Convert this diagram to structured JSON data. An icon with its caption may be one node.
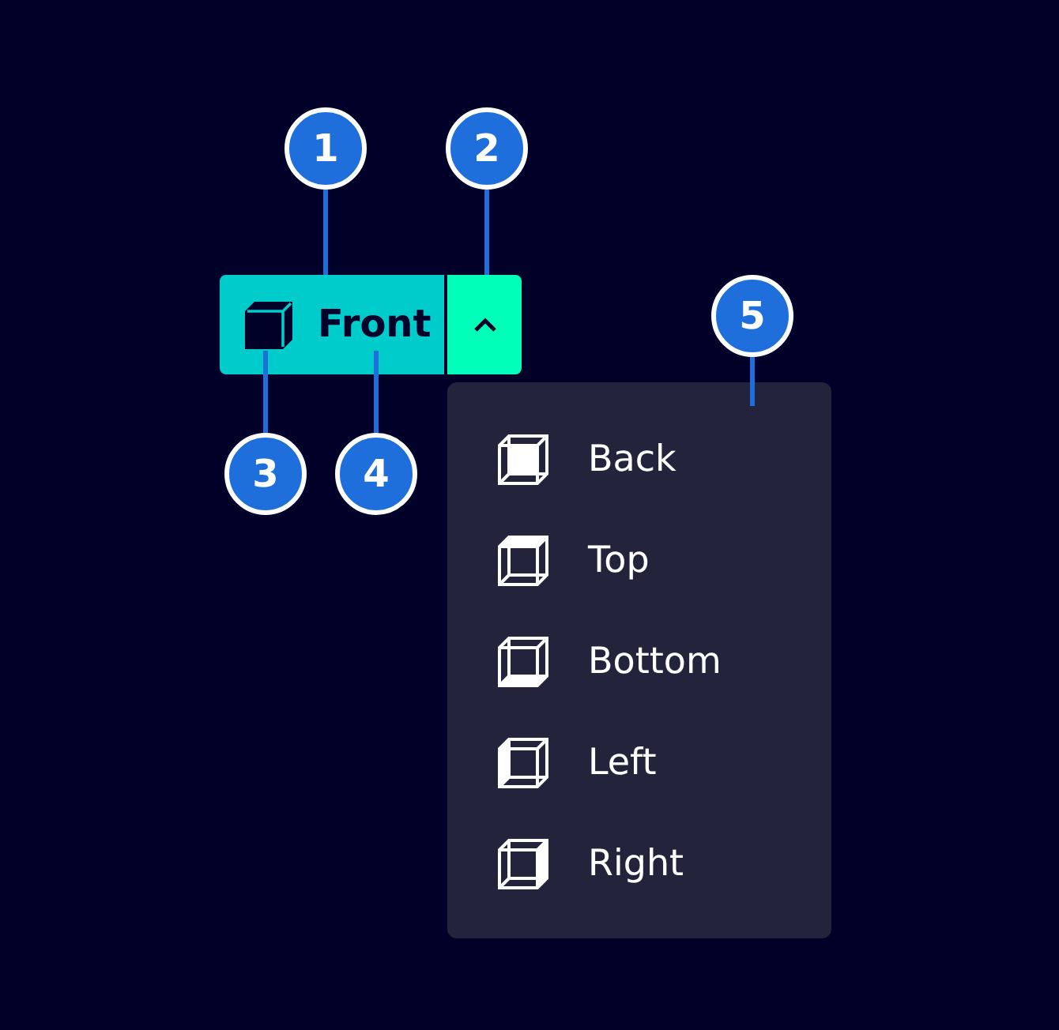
{
  "diagram": {
    "nodes": [
      {
        "text": [
          "1"
        ]
      },
      {
        "text": [
          "2"
        ]
      },
      {
        "text": [],
        "shape": "box"
      },
      {
        "text": [],
        "shape": "picture",
        "in": 2
      },
      {
        "text": [
          "Front"
        ],
        "in": 2
      },
      {
        "text": [],
        "shape": "box"
      },
      {
        "text": [
          "3"
        ]
      },
      {
        "text": [
          "4"
        ]
      },
      {
        "text": [
          "5"
        ]
      },
      {
        "text": [],
        "shape": "box"
      },
      {
        "text": [
          "Back"
        ],
        "in": 9
      },
      {
        "text": [
          "Top"
        ],
        "in": 9
      },
      {
        "text": [
          "Bottom"
        ],
        "in": 9
      },
      {
        "text": [
          "Left"
        ],
        "in": 9
      },
      {
        "text": [
          "Right"
        ],
        "in": 9
      }
    ],
    "edges": [
      {
        "from": 0,
        "to": 2,
        "arrow": "none"
      },
      {
        "from": 1,
        "to": 5,
        "arrow": "none"
      },
      {
        "from": 6,
        "to": 3,
        "arrow": "none"
      },
      {
        "from": 7,
        "to": 4,
        "arrow": "none"
      },
      {
        "from": 8,
        "to": 9,
        "arrow": "none"
      }
    ]
  }
}
